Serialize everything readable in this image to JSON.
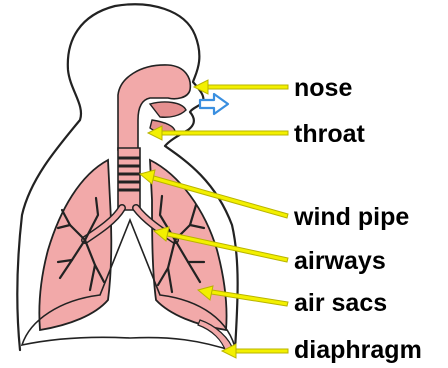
{
  "labels": {
    "nose": "nose",
    "throat": "throat",
    "wind_pipe": "wind pipe",
    "airways": "airways",
    "air_sacs": "air sacs",
    "diaphragm": "diaphragm"
  },
  "colors": {
    "tissue": "#f2a9a9",
    "tissue_dark": "#e59090",
    "outline": "#222222",
    "pointer": "#f3f000",
    "air_arrow": "#3a8fe0"
  },
  "icons": {
    "pointer": "arrow-left-icon",
    "airflow": "airflow-arrow-icon"
  }
}
